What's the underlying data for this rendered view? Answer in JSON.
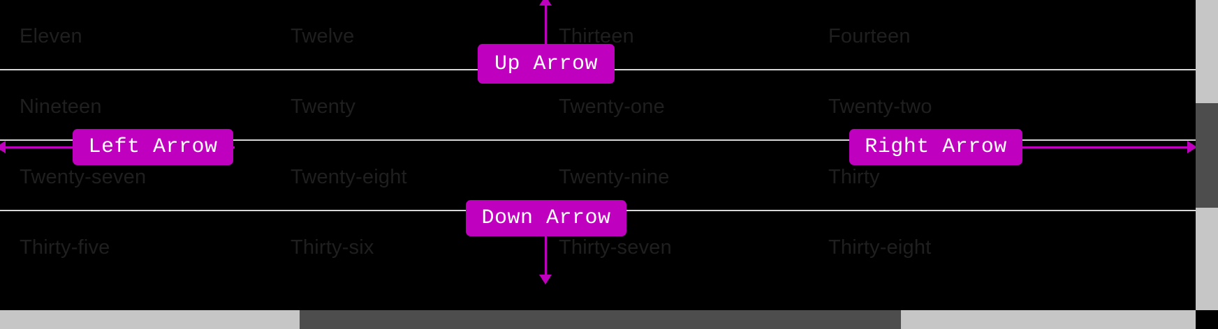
{
  "app": {
    "background_color": "#000000",
    "cell_text_color": "#1f1f1f",
    "divider_color": "#d8d8d8",
    "accent_color": "#bf00bf",
    "arrow_color": "#c000bf"
  },
  "grid": {
    "rows": [
      {
        "cells": [
          {
            "label": "Eleven"
          },
          {
            "label": "Twelve"
          },
          {
            "label": "Thirteen"
          },
          {
            "label": "Fourteen"
          }
        ]
      },
      {
        "cells": [
          {
            "label": "Nineteen"
          },
          {
            "label": "Twenty"
          },
          {
            "label": "Twenty-one"
          },
          {
            "label": "Twenty-two"
          }
        ]
      },
      {
        "cells": [
          {
            "label": "Twenty-seven"
          },
          {
            "label": "Twenty-eight"
          },
          {
            "label": "Twenty-nine"
          },
          {
            "label": "Thirty"
          }
        ]
      },
      {
        "cells": [
          {
            "label": "Thirty-five"
          },
          {
            "label": "Thirty-six"
          },
          {
            "label": "Thirty-seven"
          },
          {
            "label": "Thirty-eight"
          }
        ]
      }
    ]
  },
  "overlays": {
    "up_arrow": {
      "label": "Up Arrow"
    },
    "down_arrow": {
      "label": "Down Arrow"
    },
    "left_arrow": {
      "label": "Left Arrow"
    },
    "right_arrow": {
      "label": "Right Arrow"
    }
  },
  "scrollbars": {
    "vertical": {
      "thumb_color": "#4d4d4d",
      "track_color": "#c6c6c6"
    },
    "horizontal": {
      "thumb_color": "#4d4d4d",
      "track_color": "#c6c6c6"
    }
  }
}
